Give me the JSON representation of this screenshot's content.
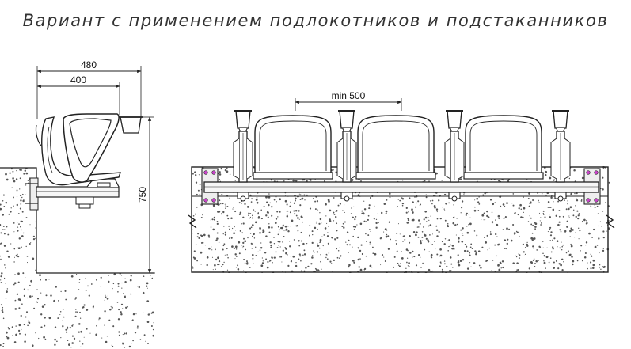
{
  "title": "Вариант с применением подлокотников и подстаканников",
  "dimensions": {
    "side_width_outer": "480",
    "side_width_inner": "400",
    "side_height": "750",
    "seat_spacing": "min 500"
  },
  "colors": {
    "line": "#222222",
    "concrete_dot": "#555555",
    "bolt": "#cc44cc",
    "plate": "#eeeeee"
  },
  "seat_count": 3
}
